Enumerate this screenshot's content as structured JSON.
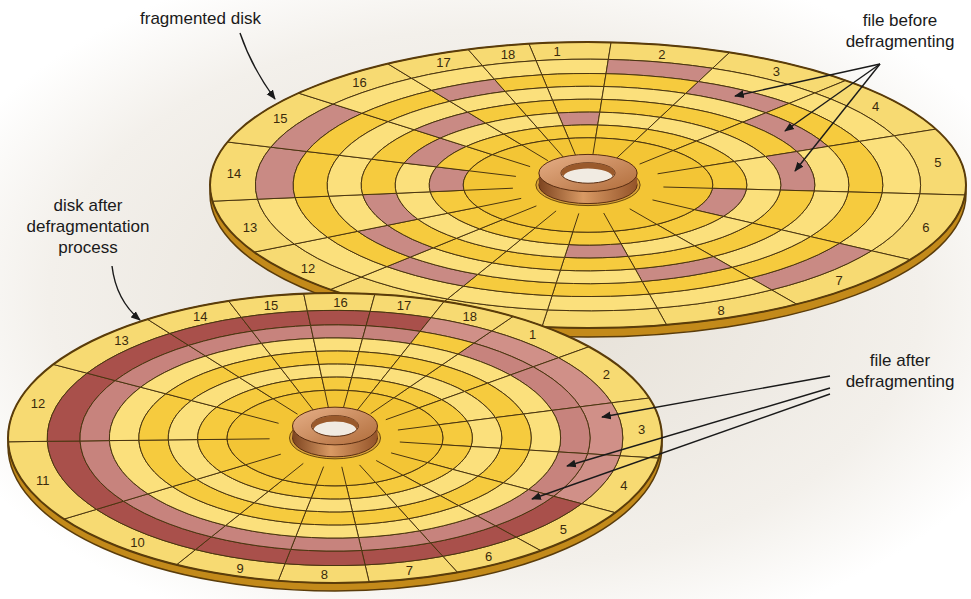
{
  "diagram": {
    "labels": [
      "fragmented disk",
      "file before defragmenting",
      "disk after defragmentation process",
      "file after defragmenting",
      "1",
      "2",
      "3",
      "4",
      "5",
      "6",
      "7",
      "8",
      "12",
      "13",
      "14",
      "15",
      "16",
      "17",
      "18",
      "1",
      "2",
      "3",
      "4",
      "5",
      "6",
      "7",
      "8",
      "9",
      "10",
      "11",
      "12",
      "13",
      "14",
      "15",
      "16",
      "17",
      "18"
    ]
  }
}
